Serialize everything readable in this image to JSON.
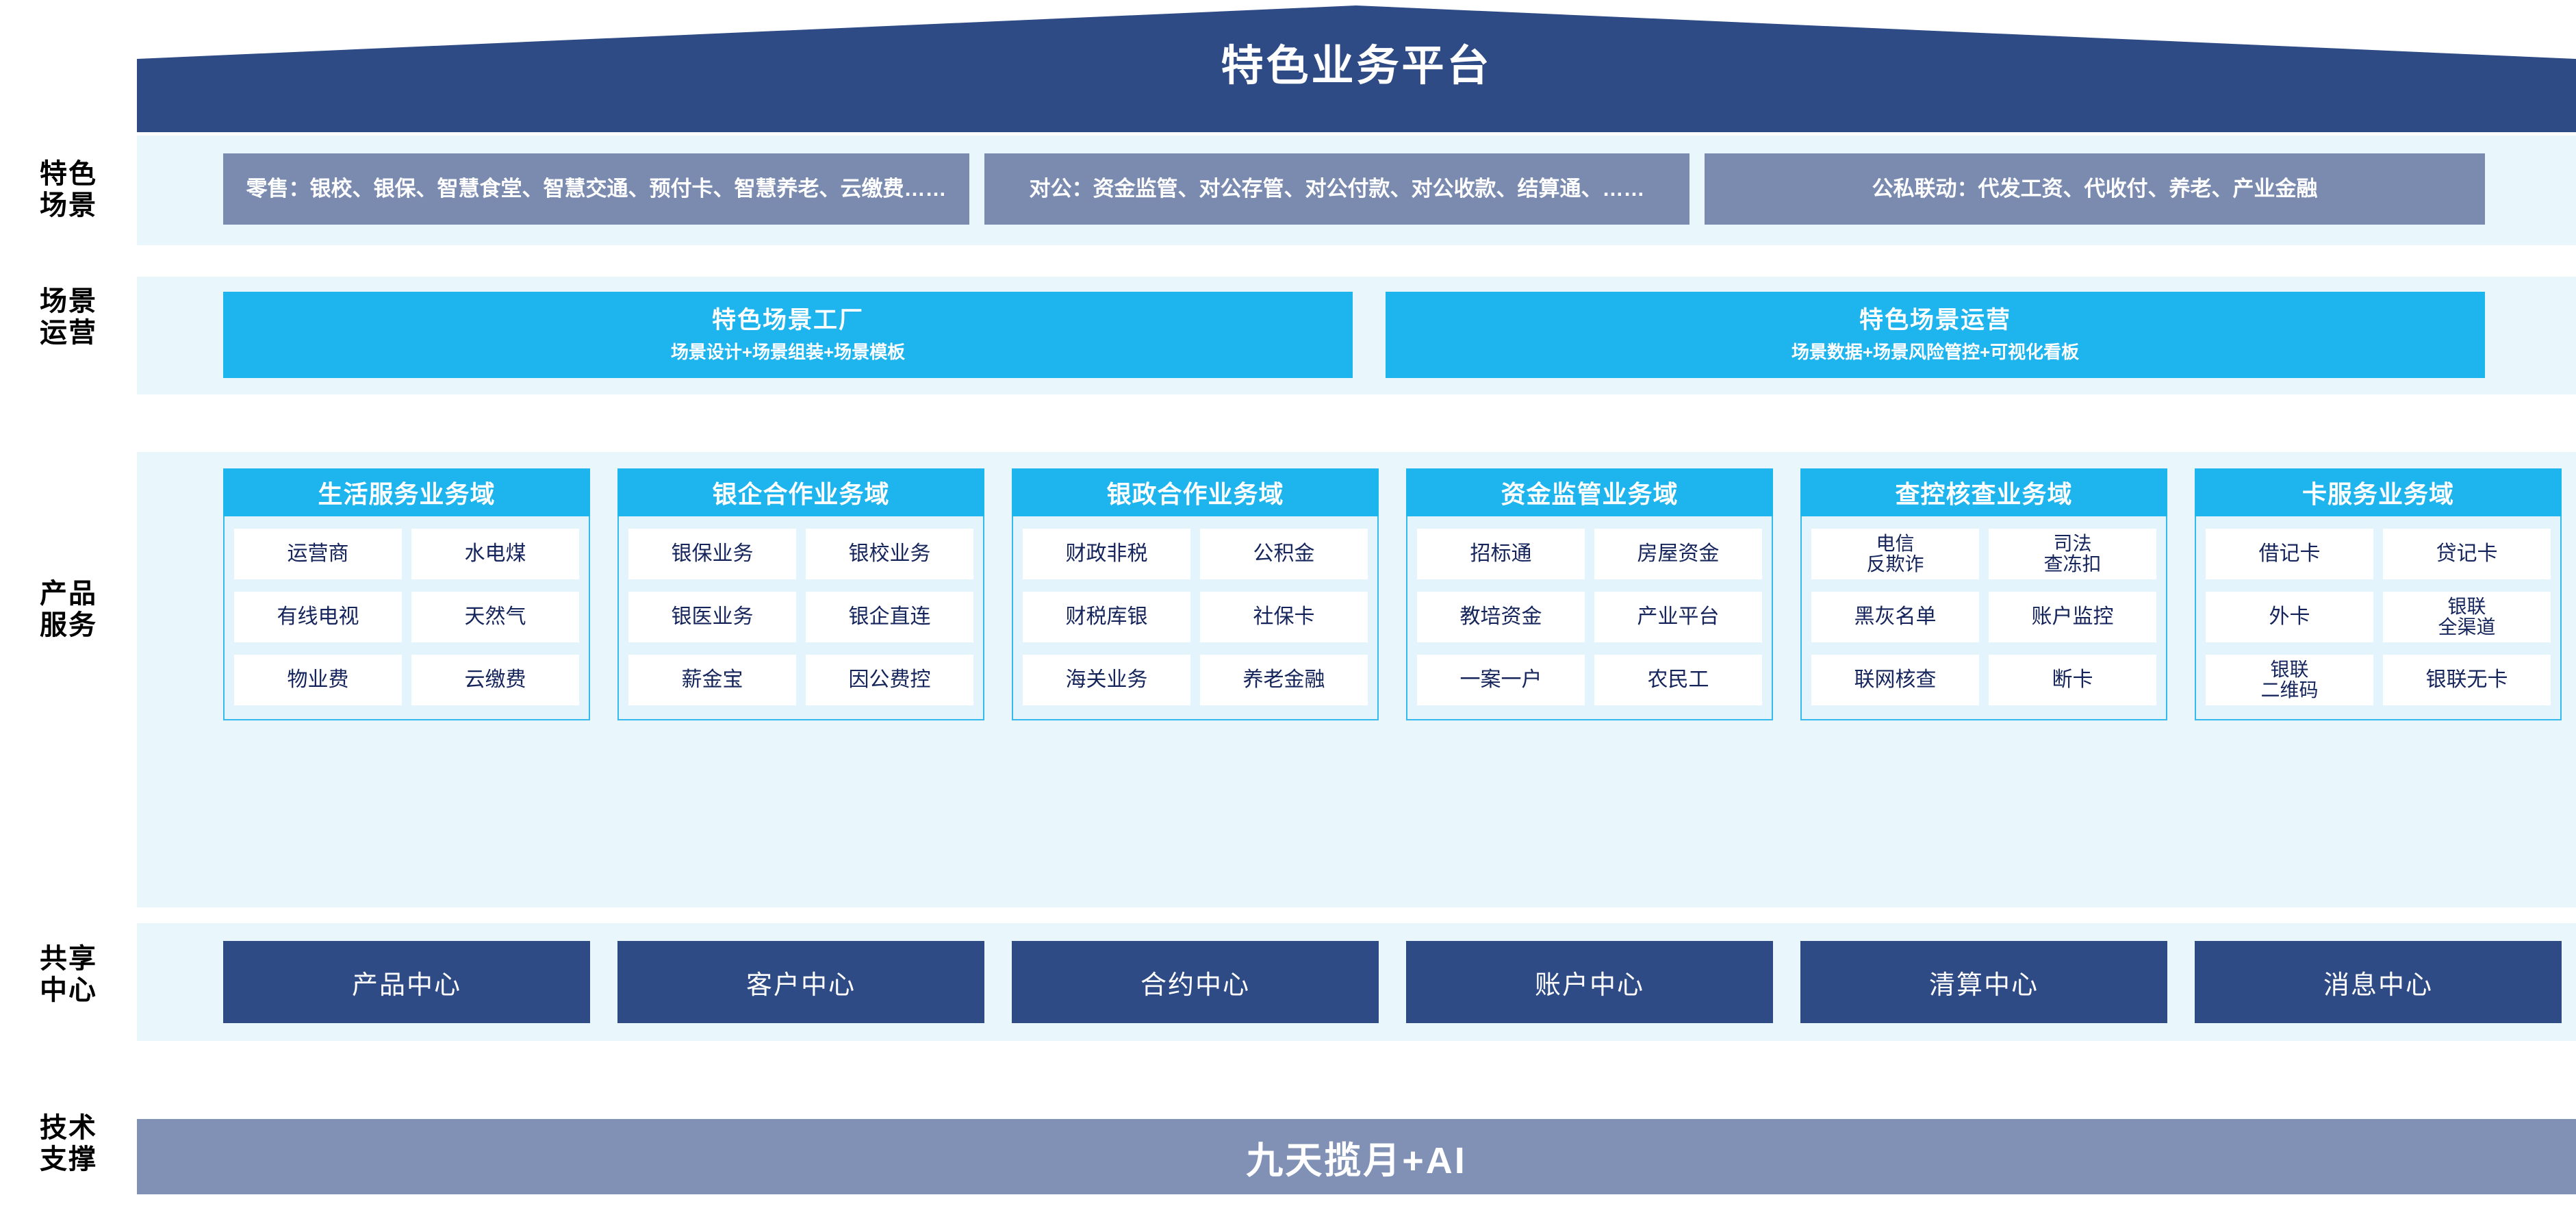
{
  "banner": {
    "title": "特色业务平台"
  },
  "rows": {
    "scenario_label": "特色\n场景",
    "operation_label": "场景\n运营",
    "product_label": "产品\n服务",
    "shared_label": "共享\n中心",
    "tech_label": "技术\n支撑"
  },
  "scenarios": [
    {
      "text": "零售：银校、银保、智慧食堂、智慧交通、预付卡、智慧养老、云缴费……"
    },
    {
      "text": "对公：资金监管、对公存管、对公付款、对公收款、结算通、……"
    },
    {
      "text": "公私联动：代发工资、代收付、养老、产业金融"
    }
  ],
  "operations": [
    {
      "title": "特色场景工厂",
      "subtitle": "场景设计+场景组装+场景模板"
    },
    {
      "title": "特色场景运营",
      "subtitle": "场景数据+场景风险管控+可视化看板"
    }
  ],
  "domains": [
    {
      "title": "生活服务业务域",
      "items": [
        "运营商",
        "水电煤",
        "有线电视",
        "天然气",
        "物业费",
        "云缴费"
      ]
    },
    {
      "title": "银企合作业务域",
      "items": [
        "银保业务",
        "银校业务",
        "银医业务",
        "银企直连",
        "薪金宝",
        "因公费控"
      ]
    },
    {
      "title": "银政合作业务域",
      "items": [
        "财政非税",
        "公积金",
        "财税库银",
        "社保卡",
        "海关业务",
        "养老金融"
      ]
    },
    {
      "title": "资金监管业务域",
      "items": [
        "招标通",
        "房屋资金",
        "教培资金",
        "产业平台",
        "一案一户",
        "农民工"
      ]
    },
    {
      "title": "查控核查业务域",
      "items": [
        "电信\n反欺诈",
        "司法\n查冻扣",
        "黑灰名单",
        "账户监控",
        "联网核查",
        "断卡"
      ]
    },
    {
      "title": "卡服务业务域",
      "items": [
        "借记卡",
        "贷记卡",
        "外卡",
        "银联\n全渠道",
        "银联\n二维码",
        "银联无卡"
      ]
    }
  ],
  "shared_centers": [
    "产品中心",
    "客户中心",
    "合约中心",
    "账户中心",
    "清算中心",
    "消息中心"
  ],
  "tech_support": {
    "label": "九天揽月+AI"
  },
  "colors": {
    "banner_blue": "#2f4b86",
    "scenario_slate": "#7b8bb0",
    "accent_cyan": "#1eb4ee",
    "panel_bg": "#e9f7fd",
    "card_body_bg": "#e4f4fc",
    "tile_white": "#ffffff",
    "center_navy": "#2f4b86",
    "tech_slate": "#8190b5",
    "text_navy": "#15255c"
  }
}
